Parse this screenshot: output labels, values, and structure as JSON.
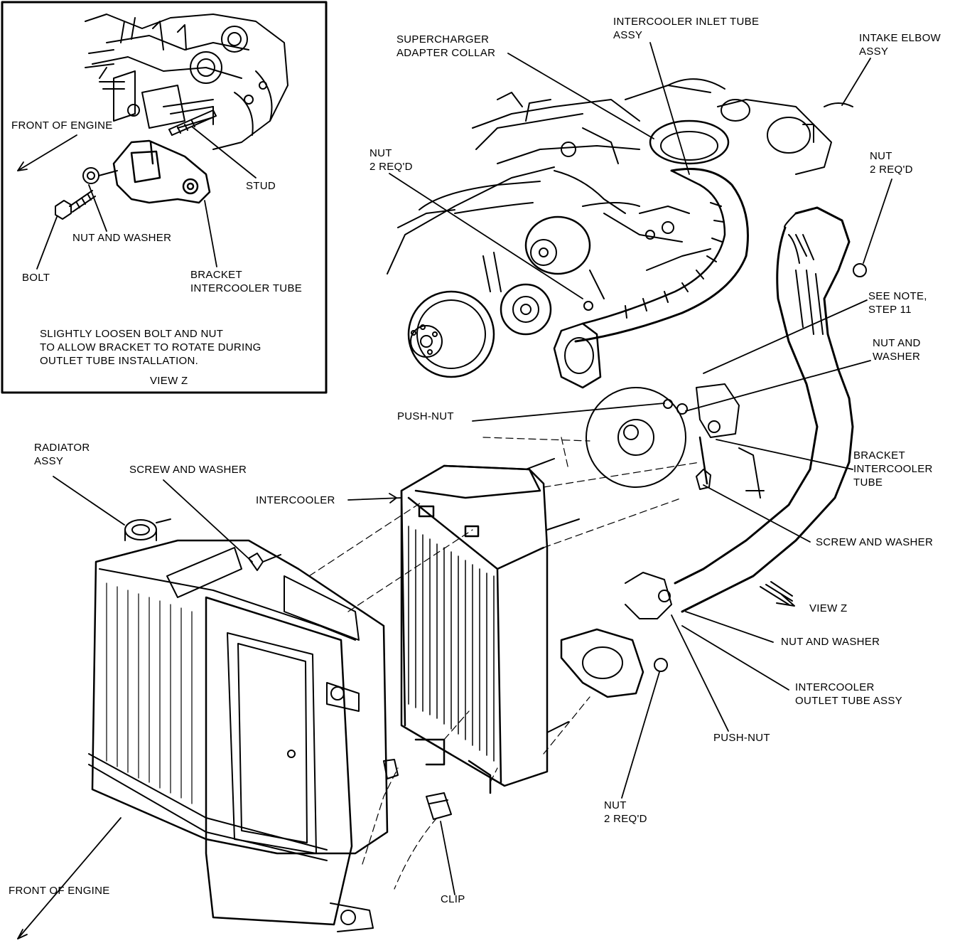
{
  "inset": {
    "front_of_engine": "FRONT OF ENGINE",
    "stud": "STUD",
    "nut_and_washer": "NUT AND WASHER",
    "bolt": "BOLT",
    "bracket_line1": "BRACKET",
    "bracket_line2": "INTERCOOLER TUBE",
    "note_line1": "SLIGHTLY LOOSEN BOLT AND NUT",
    "note_line2": "TO ALLOW BRACKET TO ROTATE DURING",
    "note_line3": "OUTLET TUBE INSTALLATION.",
    "view_title": "VIEW Z"
  },
  "labels": {
    "supercharger_line1": "SUPERCHARGER",
    "supercharger_line2": "ADAPTER COLLAR",
    "inlet_tube_line1": "INTERCOOLER INLET TUBE",
    "inlet_tube_line2": "ASSY",
    "intake_elbow_line1": "INTAKE ELBOW",
    "intake_elbow_line2": "ASSY",
    "nut_left_line1": "NUT",
    "nut_left_line2": "2 REQ'D",
    "nut_right_line1": "NUT",
    "nut_right_line2": "2 REQ'D",
    "see_note_line1": "SEE NOTE,",
    "see_note_line2": "STEP 11",
    "nut_washer_upper_line1": "NUT AND",
    "nut_washer_upper_line2": "WASHER",
    "push_nut_upper": "PUSH-NUT",
    "bracket_line1": "BRACKET",
    "bracket_line2": "INTERCOOLER",
    "bracket_line3": "TUBE",
    "radiator_line1": "RADIATOR",
    "radiator_line2": "ASSY",
    "screw_washer_left": "SCREW AND WASHER",
    "intercooler": "INTERCOOLER",
    "screw_washer_right": "SCREW AND WASHER",
    "view_z": "VIEW Z",
    "nut_washer_lower": "NUT AND WASHER",
    "outlet_tube_line1": "INTERCOOLER",
    "outlet_tube_line2": "OUTLET TUBE ASSY",
    "push_nut_lower": "PUSH-NUT",
    "nut_bottom_line1": "NUT",
    "nut_bottom_line2": "2 REQ'D",
    "clip": "CLIP",
    "front_of_engine": "FRONT OF ENGINE"
  }
}
